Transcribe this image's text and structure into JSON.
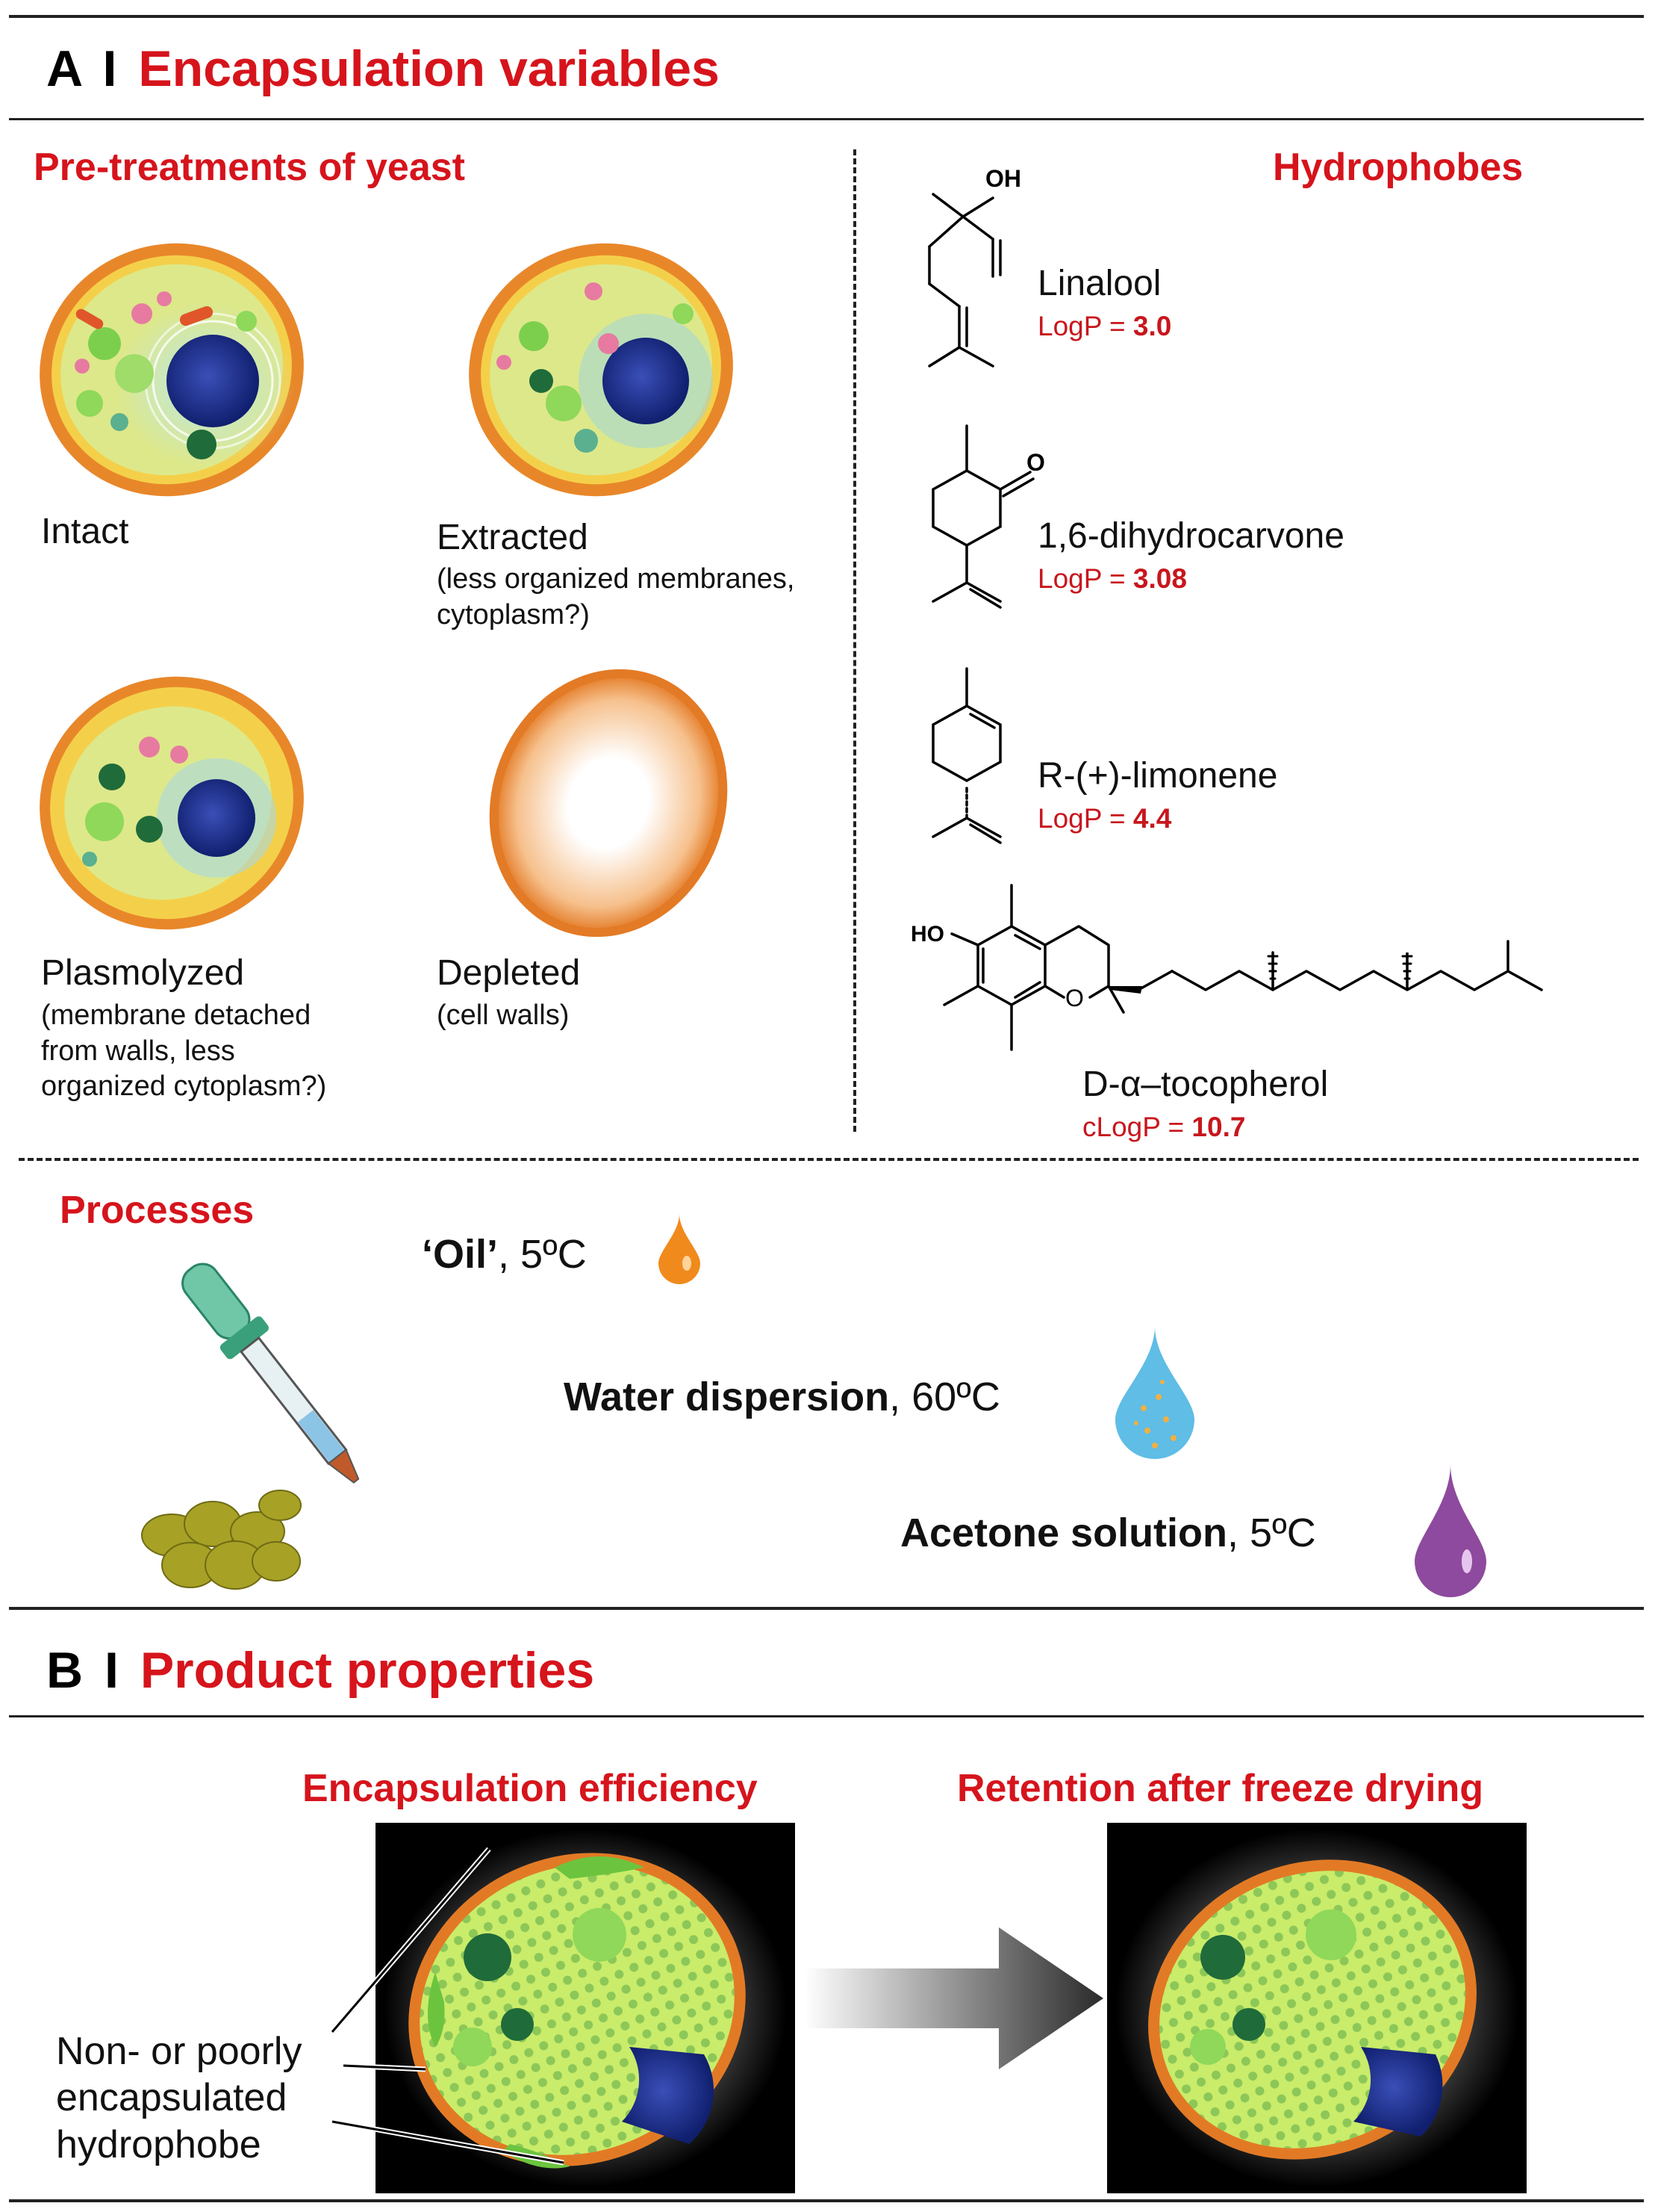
{
  "section_a": {
    "letter": "A",
    "separator": "I",
    "title": "Encapsulation variables"
  },
  "pretreatments": {
    "heading": "Pre-treatments of yeast",
    "cells": [
      {
        "label": "Intact",
        "note": ""
      },
      {
        "label": "Extracted",
        "note_lines": [
          "(less organized membranes,",
          "cytoplasm?)"
        ]
      },
      {
        "label": "Plasmolyzed",
        "note_lines": [
          "(membrane detached",
          "from walls, less",
          "organized cytoplasm?)"
        ]
      },
      {
        "label": "Depleted",
        "note_lines": [
          "(cell walls)"
        ]
      }
    ]
  },
  "hydrophobes": {
    "heading": "Hydrophobes",
    "compounds": [
      {
        "name": "Linalool",
        "logp_label": "LogP = ",
        "logp_value": "3.0",
        "atom_label": "OH"
      },
      {
        "name": "1,6-dihydrocarvone",
        "logp_label": "LogP = ",
        "logp_value": "3.08",
        "atom_label": "O"
      },
      {
        "name": "R-(+)-limonene",
        "logp_label": "LogP = ",
        "logp_value": "4.4"
      },
      {
        "name": "D-α–tocopherol",
        "logp_label": "cLogP = ",
        "logp_value": "10.7",
        "atom_labels": [
          "HO",
          "O"
        ]
      }
    ]
  },
  "processes": {
    "heading": "Processes",
    "items": [
      {
        "bold": "‘Oil’",
        "rest": ", 5ºC",
        "drop_color": "#f08a1c"
      },
      {
        "bold": "Water dispersion",
        "rest": ", 60ºC",
        "drop_color": "#5fbde6"
      },
      {
        "bold": "Acetone solution",
        "rest": ", 5ºC",
        "drop_color": "#8e4a9e"
      }
    ]
  },
  "section_b": {
    "letter": "B",
    "separator": "I",
    "title": "Product properties"
  },
  "product": {
    "left_heading": "Encapsulation efficiency",
    "right_heading": "Retention after freeze drying",
    "callout_lines": [
      "Non- or poorly",
      "encapsulated",
      "hydrophobe"
    ]
  },
  "colors": {
    "accent_red": "#d6141c",
    "logp_red": "#c8161d",
    "rule": "#222222"
  }
}
